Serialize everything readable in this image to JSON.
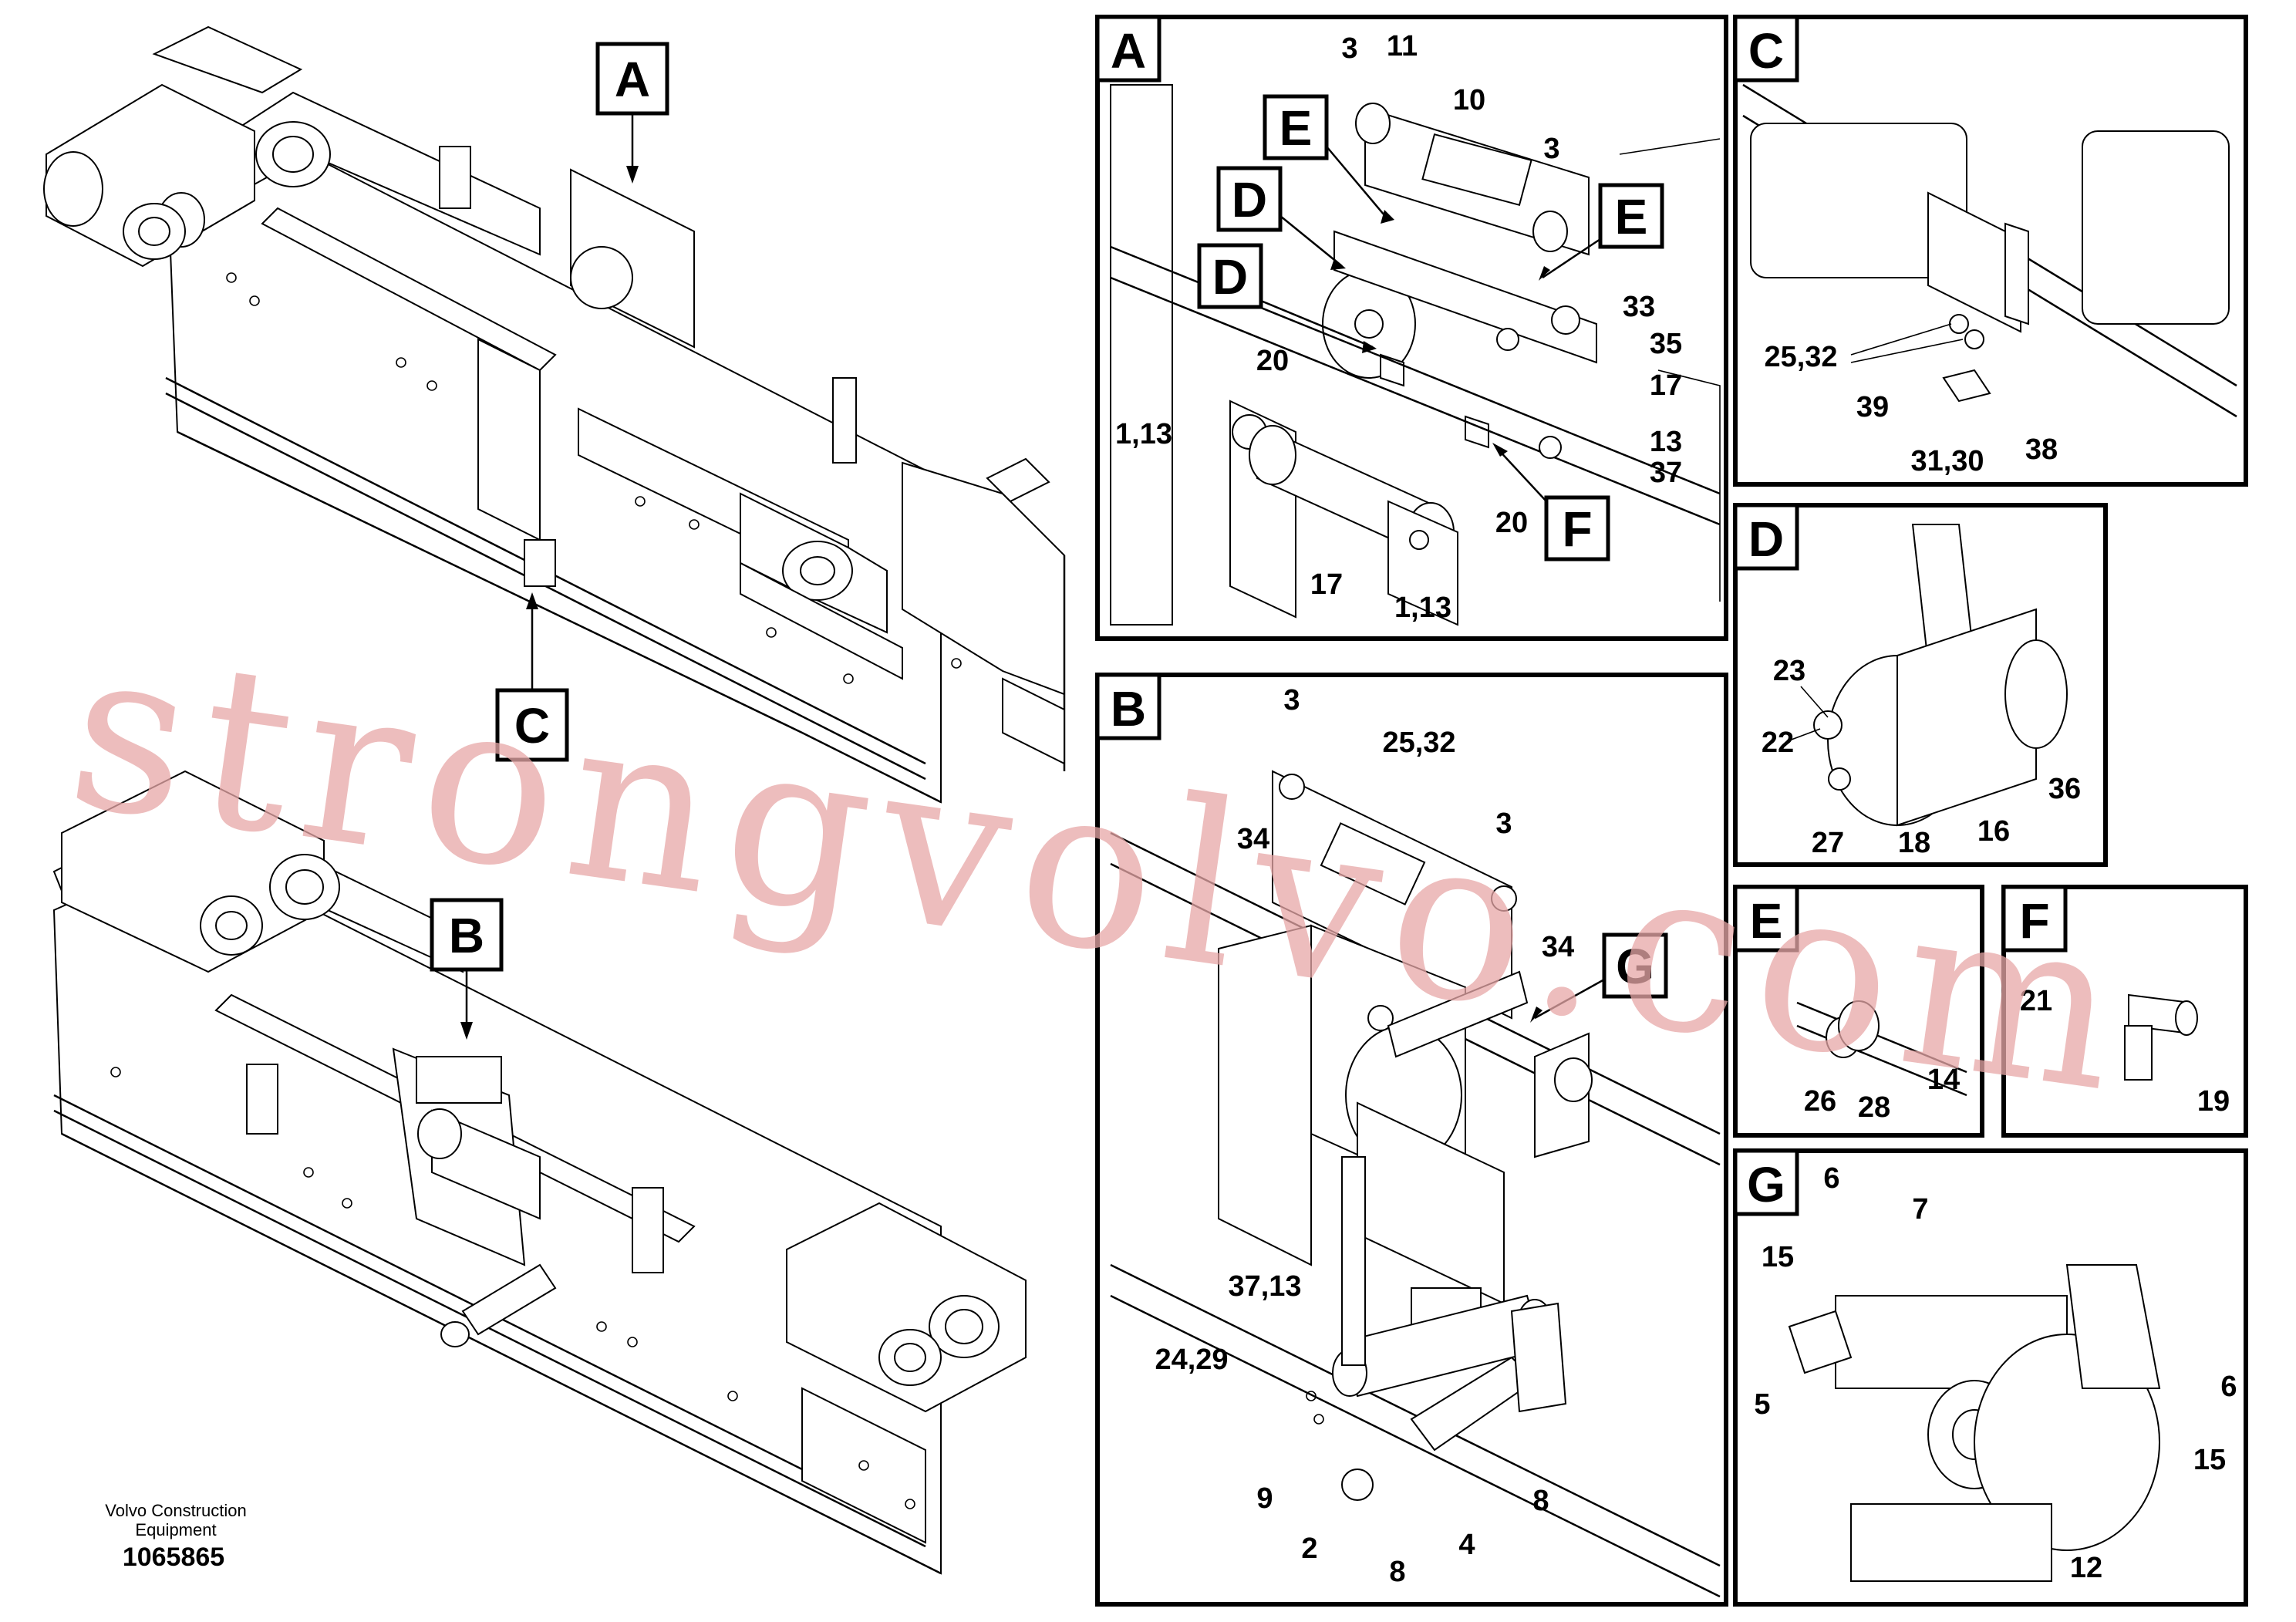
{
  "watermark": "strongvolvo.com",
  "caption": {
    "company_line1": "Volvo Construction",
    "company_line2": "Equipment",
    "drawing_number": "1065865"
  },
  "overview": {
    "callout_a": "A",
    "callout_b": "B",
    "callout_c": "C"
  },
  "panels": {
    "A": {
      "letter": "A",
      "refs": [
        "E",
        "D",
        "D",
        "E",
        "F"
      ],
      "labels": [
        "3",
        "11",
        "10",
        "3",
        "33",
        "35",
        "17",
        "20",
        "1,13",
        "13",
        "37",
        "20",
        "17",
        "1,13"
      ]
    },
    "B": {
      "letter": "B",
      "refs": [
        "G"
      ],
      "labels": [
        "3",
        "25,32",
        "3",
        "34",
        "34",
        "37,13",
        "24,29",
        "9",
        "2",
        "8",
        "4",
        "8"
      ]
    },
    "C": {
      "letter": "C",
      "labels": [
        "25,32",
        "39",
        "31,30",
        "38"
      ]
    },
    "D": {
      "letter": "D",
      "labels": [
        "23",
        "22",
        "27",
        "18",
        "16",
        "36"
      ]
    },
    "E": {
      "letter": "E",
      "labels": [
        "26",
        "28",
        "14"
      ]
    },
    "F": {
      "letter": "F",
      "labels": [
        "21",
        "19"
      ]
    },
    "G": {
      "letter": "G",
      "labels": [
        "6",
        "7",
        "15",
        "5",
        "6",
        "15",
        "12"
      ]
    }
  }
}
